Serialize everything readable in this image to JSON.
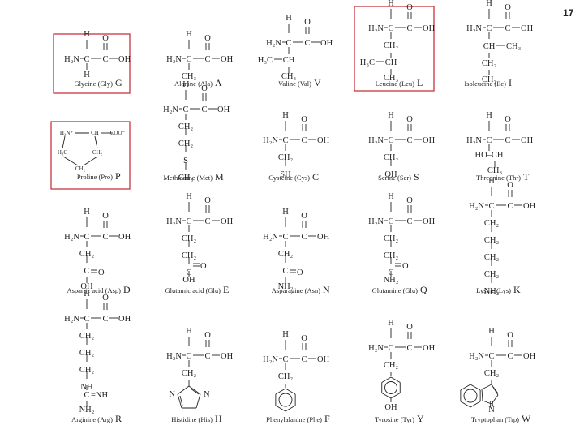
{
  "slide": {
    "page_number": "17"
  },
  "amino_acids": [
    {
      "name": "Glycine (Gly)",
      "code": "G",
      "highlighted": true
    },
    {
      "name": "Alanine (Ala)",
      "code": "A",
      "highlighted": false
    },
    {
      "name": "Valine (Val)",
      "code": "V",
      "highlighted": false
    },
    {
      "name": "Leucine (Leu)",
      "code": "L",
      "highlighted": true
    },
    {
      "name": "Isoleucine (Ile)",
      "code": "I",
      "highlighted": false
    },
    {
      "name": "Proline (Pro)",
      "code": "P",
      "highlighted": true
    },
    {
      "name": "Methionine (Met)",
      "code": "M",
      "highlighted": false
    },
    {
      "name": "Cysteine (Cys)",
      "code": "C",
      "highlighted": false
    },
    {
      "name": "Serine (Ser)",
      "code": "S",
      "highlighted": false
    },
    {
      "name": "Threonine (Thr)",
      "code": "T",
      "highlighted": false
    },
    {
      "name": "Aspartic acid (Asp)",
      "code": "D",
      "highlighted": false
    },
    {
      "name": "Glutamic acid (Glu)",
      "code": "E",
      "highlighted": false
    },
    {
      "name": "Asparagine (Asn)",
      "code": "N",
      "highlighted": false
    },
    {
      "name": "Glutamine (Glu)",
      "code": "Q",
      "highlighted": false
    },
    {
      "name": "Lysine (Lys)",
      "code": "K",
      "highlighted": false
    },
    {
      "name": "Arginine (Arg)",
      "code": "R",
      "highlighted": false
    },
    {
      "name": "Histidine (His)",
      "code": "H",
      "highlighted": false
    },
    {
      "name": "Phenylalanine (Phe)",
      "code": "F",
      "highlighted": false
    },
    {
      "name": "Tyrosine (Tyr)",
      "code": "Y",
      "highlighted": false
    },
    {
      "name": "Tryptophan (Trp)",
      "code": "W",
      "highlighted": false
    }
  ],
  "atoms": {
    "h": "H",
    "c": "C",
    "o": "O",
    "n": "N",
    "oh": "OH",
    "h2n": "H₂N",
    "ch": "CH",
    "ch2": "CH₂",
    "ch3": "CH₃",
    "h3c": "H₃C",
    "sh": "SH",
    "s": "S",
    "nh": "NH",
    "nh2": "NH₂",
    "eqnh": "=NH",
    "eqo": "=O",
    "c_eq": "C",
    "ho_ch": "HO–CH",
    "ch_ch3": "CH–CH₃",
    "h3c_c": "H₃C–C",
    "h2n_plus": "H₂N⁺",
    "coo_minus": "COO⁻"
  },
  "colors": {
    "highlight_border": "#c0272d",
    "text": "#222222",
    "background": "#ffffff"
  }
}
